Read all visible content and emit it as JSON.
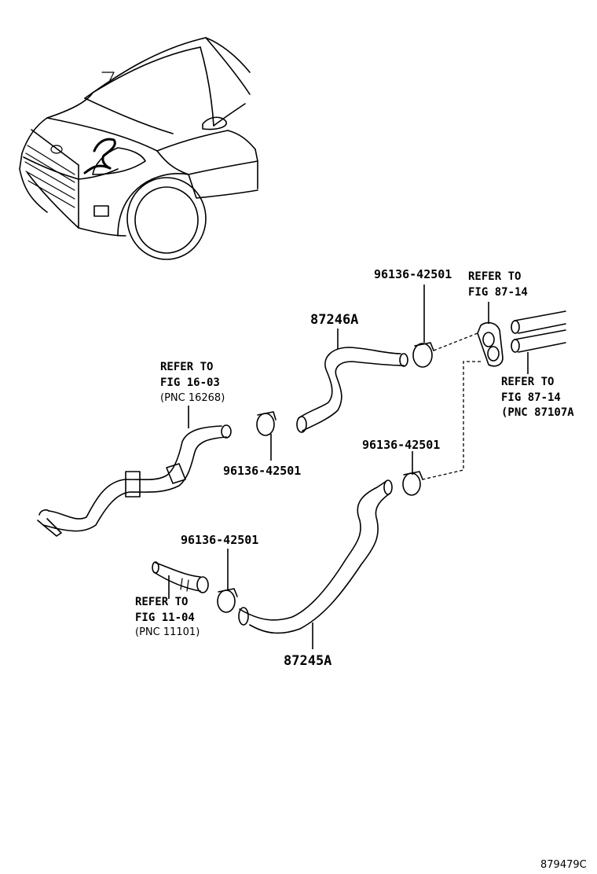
{
  "labels": {
    "hose_upper": "87246A",
    "hose_lower": "87245A",
    "clip_top": "96136-42501",
    "clip_mid_left": "96136-42501",
    "clip_mid_right": "96136-42501",
    "clip_lower": "96136-42501",
    "refer_16_line1": "REFER TO",
    "refer_16_line2": "FIG 16-03",
    "refer_16_pnc": "(PNC 16268)",
    "refer_87_top_line1": "REFER TO",
    "refer_87_top_line2": "FIG 87-14",
    "refer_87_right_line1": "REFER TO",
    "refer_87_right_line2": "FIG 87-14",
    "refer_87_right_pnc": "(PNC 87107A",
    "refer_11_line1": "REFER TO",
    "refer_11_line2": "FIG 11-04",
    "refer_11_pnc": "(PNC 11101)",
    "figure_number": "879479C"
  }
}
